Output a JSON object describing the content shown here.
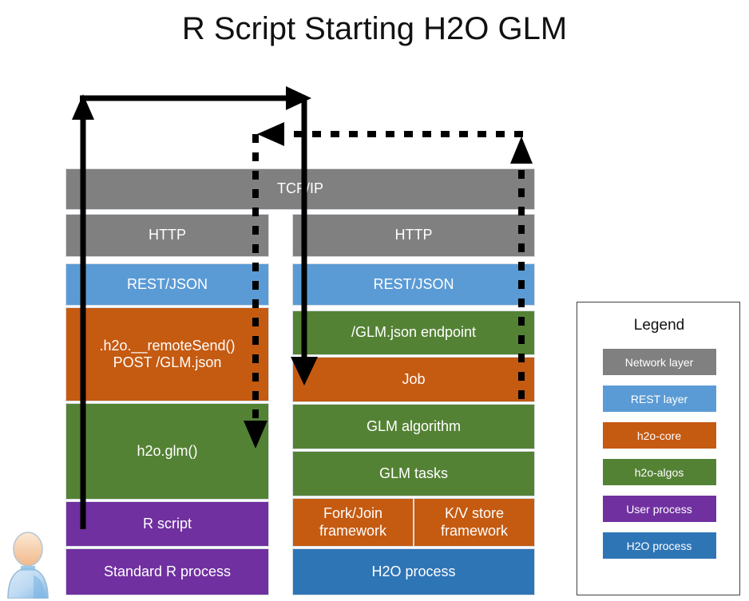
{
  "title": "R Script Starting H2O GLM",
  "colors": {
    "network_layer": "#808080",
    "rest_layer": "#5B9BD5",
    "h2o_core": "#C55A11",
    "h2o_algos": "#548235",
    "user_process": "#7030A0",
    "h2o_process": "#2E75B6",
    "arrow": "#000000",
    "title_text": "#111111",
    "band_text": "#FFFFFF"
  },
  "shared_band": {
    "label": "TCP/IP",
    "layer": "network_layer"
  },
  "left_stack": {
    "name": "Standard R process stack",
    "bands": [
      {
        "label": "HTTP",
        "layer": "network_layer"
      },
      {
        "label": "REST/JSON",
        "layer": "rest_layer"
      },
      {
        "label": ".h2o.__remoteSend()\nPOST /GLM.json",
        "layer": "h2o_core"
      },
      {
        "label": "h2o.glm()",
        "layer": "h2o_algos"
      },
      {
        "label": "R script",
        "layer": "user_process"
      },
      {
        "label": "Standard R process",
        "layer": "user_process"
      }
    ]
  },
  "right_stack": {
    "name": "H2O process stack",
    "bands": [
      {
        "label": "HTTP",
        "layer": "network_layer"
      },
      {
        "label": "REST/JSON",
        "layer": "rest_layer"
      },
      {
        "label": "/GLM.json endpoint",
        "layer": "h2o_algos"
      },
      {
        "label": "Job",
        "layer": "h2o_core"
      },
      {
        "label": "GLM algorithm",
        "layer": "h2o_algos"
      },
      {
        "label": "GLM tasks",
        "layer": "h2o_algos"
      }
    ],
    "split_row": [
      {
        "label": "Fork/Join\nframework",
        "layer": "h2o_core"
      },
      {
        "label": "K/V store\nframework",
        "layer": "h2o_core"
      }
    ],
    "footer": {
      "label": "H2O process",
      "layer": "h2o_process"
    }
  },
  "legend": {
    "title": "Legend",
    "items": [
      {
        "label": "Network layer",
        "color": "#808080"
      },
      {
        "label": "REST layer",
        "color": "#5B9BD5"
      },
      {
        "label": "h2o-core",
        "color": "#C55A11"
      },
      {
        "label": "h2o-algos",
        "color": "#548235"
      },
      {
        "label": "User process",
        "color": "#7030A0"
      },
      {
        "label": "H2O process",
        "color": "#2E75B6"
      }
    ]
  },
  "flows": [
    {
      "name": "request-flow",
      "style": "solid",
      "direction": "left-stack-up-then-right-then-down-into-right-stack"
    },
    {
      "name": "response-flow",
      "style": "dashed",
      "direction": "right-stack-up-then-left-then-down-into-left-stack"
    }
  ],
  "avatar": {
    "name": "user-avatar"
  }
}
